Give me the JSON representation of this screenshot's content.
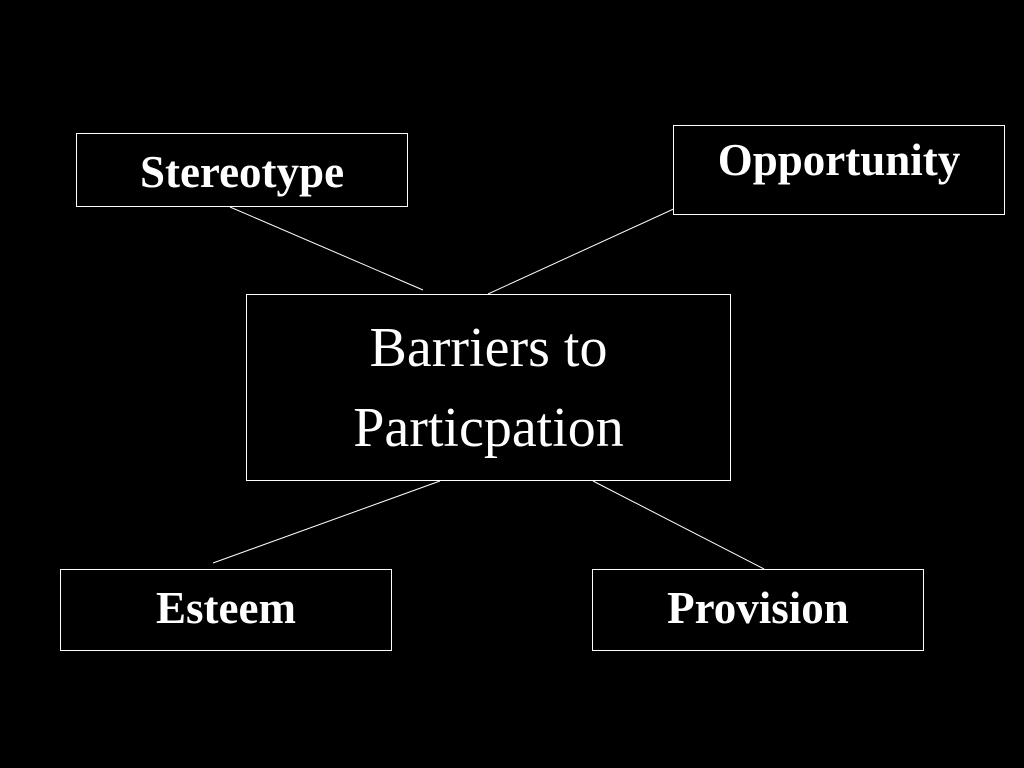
{
  "diagram": {
    "center": {
      "line1": "Barriers to",
      "line2": "Particpation"
    },
    "nodes": {
      "stereotype": "Stereotype",
      "opportunity": "Opportunity",
      "esteem": "Esteem",
      "provision": "Provision"
    },
    "colors": {
      "background": "#000000",
      "foreground": "#ffffff"
    }
  }
}
